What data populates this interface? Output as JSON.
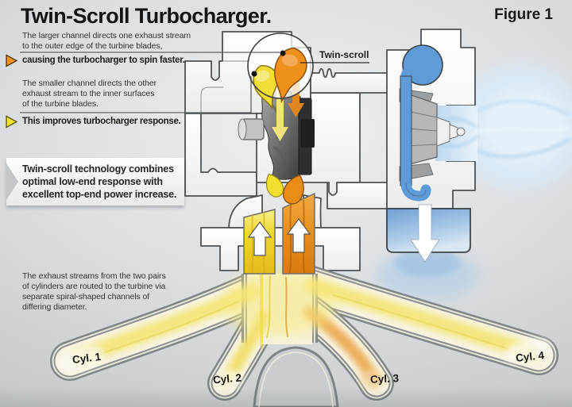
{
  "title": "Twin-Scroll Turbocharger.",
  "figure_label": "Figure 1",
  "left_annotations": {
    "para1_lines": [
      "The larger channel directs one exhaust stream",
      "to the outer edge of the turbine blades,"
    ],
    "benefit1": "causing the turbocharger to spin faster.",
    "para2_lines": [
      "The smaller channel directs the other",
      "exhaust stream to the inner surfaces",
      "of the turbine blades."
    ],
    "benefit2": "This improves turbocharger response.",
    "callout_lines": [
      "Twin-scroll technology combines",
      "optimal low-end response with",
      "excellent top-end power increase."
    ],
    "para3_lines": [
      "The exhaust streams from the two pairs",
      "of cylinders are routed to the turbine via",
      "separate spiral-shaped channels of",
      "differing diameter."
    ]
  },
  "diagram_labels": {
    "twin_scroll": "Twin-scroll",
    "cylinders": [
      "Cyl. 1",
      "Cyl. 2",
      "Cyl. 3",
      "Cyl. 4"
    ]
  },
  "icons": {
    "bullet_arrow_orange": "right-triangle-bullet",
    "bullet_arrow_yellow": "right-triangle-bullet",
    "exhaust_up_arrows": "up-arrow",
    "intake_down_arrow": "down-arrow",
    "magnifier_circle": "detail-circle"
  },
  "colors": {
    "exhaust_orange": "#ef8f1c",
    "exhaust_yellow": "#f0dd35",
    "intake_blue": "#5f9bd8",
    "air_light_blue": "#cfe4f6",
    "housing_outline": "#4f5254",
    "background_silver": "#d2d5d7"
  }
}
